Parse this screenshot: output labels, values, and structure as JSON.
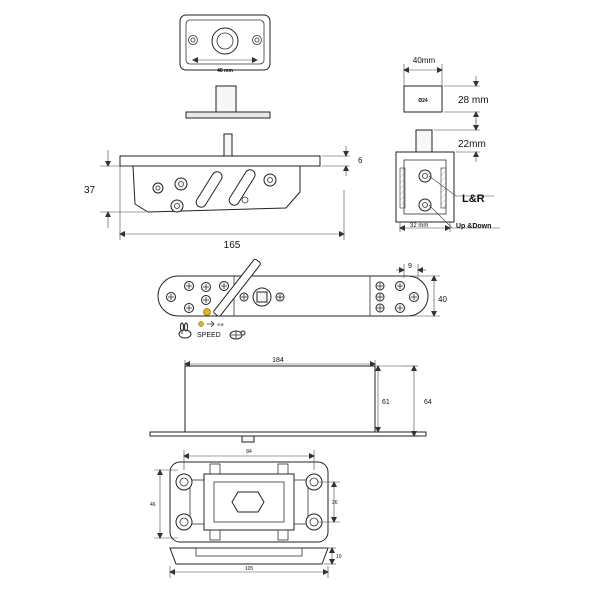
{
  "labels": {
    "d48": "48 mm",
    "d40mm": "40mm",
    "d24": "Ø24",
    "d28": "28 mm",
    "d6": "6",
    "d22": "22mm",
    "d37": "37",
    "d165": "165",
    "lr": "L&R",
    "d32": "32 mm",
    "updown": "Up &Down",
    "d9": "9",
    "d40": "40",
    "speed": "SPEED",
    "d184": "184",
    "d61": "61",
    "d64": "64",
    "d84": "84",
    "d46": "46",
    "d26": "26",
    "d10": "10",
    "d105": "105"
  },
  "colors": {
    "line": "#222222",
    "indicator": "#e8b400",
    "background": "#ffffff"
  }
}
